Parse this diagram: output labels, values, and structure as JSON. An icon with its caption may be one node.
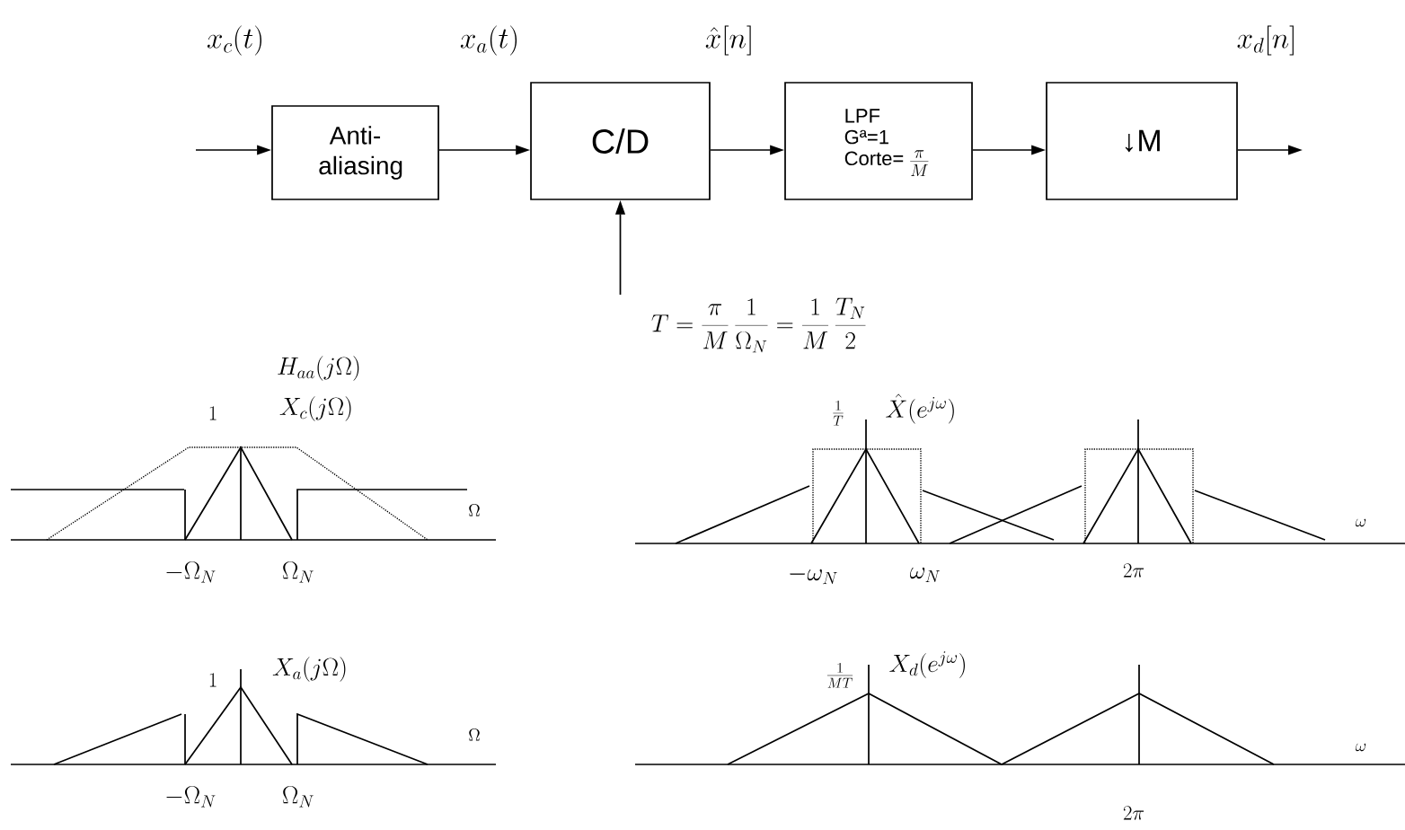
{
  "diagram": {
    "nodes": [
      {
        "text": [
          "Anti-aliasing"
        ]
      },
      {
        "text": [
          "C/D"
        ]
      },
      {
        "text": [
          "LPF",
          "Gª=1",
          "Corte=",
          "\\frac{\\pi}{M}"
        ]
      },
      {
        "text": [
          "↓M"
        ]
      },
      {
        "text": [
          "T=\\frac{\\pi}{M}\\,\\frac{1}{\\Omega_N}=\\frac{1}{M}\\,\\frac{T_N}{2}"
        ]
      }
    ],
    "edges": [
      {
        "from": null,
        "to": 0,
        "arrow": "to"
      },
      {
        "from": 0,
        "to": 1,
        "arrow": "to"
      },
      {
        "from": 1,
        "to": 2,
        "arrow": "to"
      },
      {
        "from": 2,
        "to": 3,
        "arrow": "to"
      },
      {
        "from": 3,
        "to": null,
        "arrow": "to"
      },
      {
        "from": 4,
        "to": 1,
        "arrow": "to"
      }
    ],
    "labels": [
      "x_c(t)",
      "x_a(t)",
      "\\hat{x}[n]",
      "x_d[n]",
      "H_{aa}(j\\Omega)",
      "1",
      "X_c(j\\Omega)",
      "\\Omega",
      "-\\Omega_N",
      "\\Omega_N",
      "\\frac{1}{T}",
      "\\hat{X}(e^{j\\omega})",
      "\\omega",
      "-\\omega_N",
      "\\omega_N",
      "2\\pi",
      "1",
      "X_a(j\\Omega)",
      "\\Omega",
      "-\\Omega_N",
      "\\Omega_N",
      "\\frac{1}{MT}",
      "X_d(e^{j\\omega})",
      "\\omega",
      "2\\pi"
    ]
  }
}
